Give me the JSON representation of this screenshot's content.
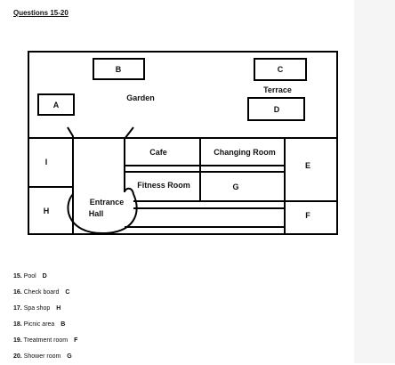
{
  "heading": "Questions 15-20",
  "map": {
    "labels": {
      "a": "A",
      "b": "B",
      "c": "C",
      "d": "D",
      "e": "E",
      "f": "F",
      "g": "G",
      "h": "H",
      "i": "I",
      "garden": "Garden",
      "terrace": "Terrace",
      "cafe": "Cafe",
      "changing_room": "Changing Room",
      "fitness_room": "Fitness Room",
      "entrance_line1": "Entrance",
      "entrance_line2": "Hall"
    }
  },
  "answers": [
    {
      "number": "15.",
      "place": "Pool",
      "letter": "D"
    },
    {
      "number": "16.",
      "place": "Check board",
      "letter": "C"
    },
    {
      "number": "17.",
      "place": "Spa shop",
      "letter": "H"
    },
    {
      "number": "18.",
      "place": "Picnic area",
      "letter": "B"
    },
    {
      "number": "19.",
      "place": "Treatment room",
      "letter": "F"
    },
    {
      "number": "20.",
      "place": "Shower room",
      "letter": "G"
    }
  ]
}
